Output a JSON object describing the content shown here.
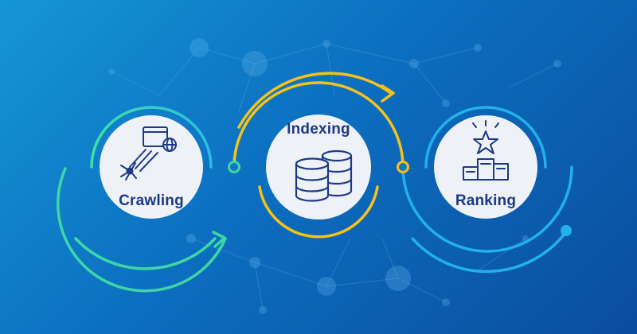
{
  "stages": [
    {
      "id": "crawling",
      "label": "Crawling",
      "icon": "crawler-spider-icon",
      "accent": "#3fd6a7"
    },
    {
      "id": "indexing",
      "label": "Indexing",
      "icon": "database-stack-icon",
      "accent": "#f5c21b"
    },
    {
      "id": "ranking",
      "label": "Ranking",
      "icon": "podium-star-icon",
      "accent": "#22b2ea"
    }
  ],
  "colors": {
    "background_start": "#1596d6",
    "background_end": "#0b4d9e",
    "circle_fill": "#eef2f6",
    "label_text": "#1b3a86",
    "icon_stroke": "#1b3a86"
  }
}
